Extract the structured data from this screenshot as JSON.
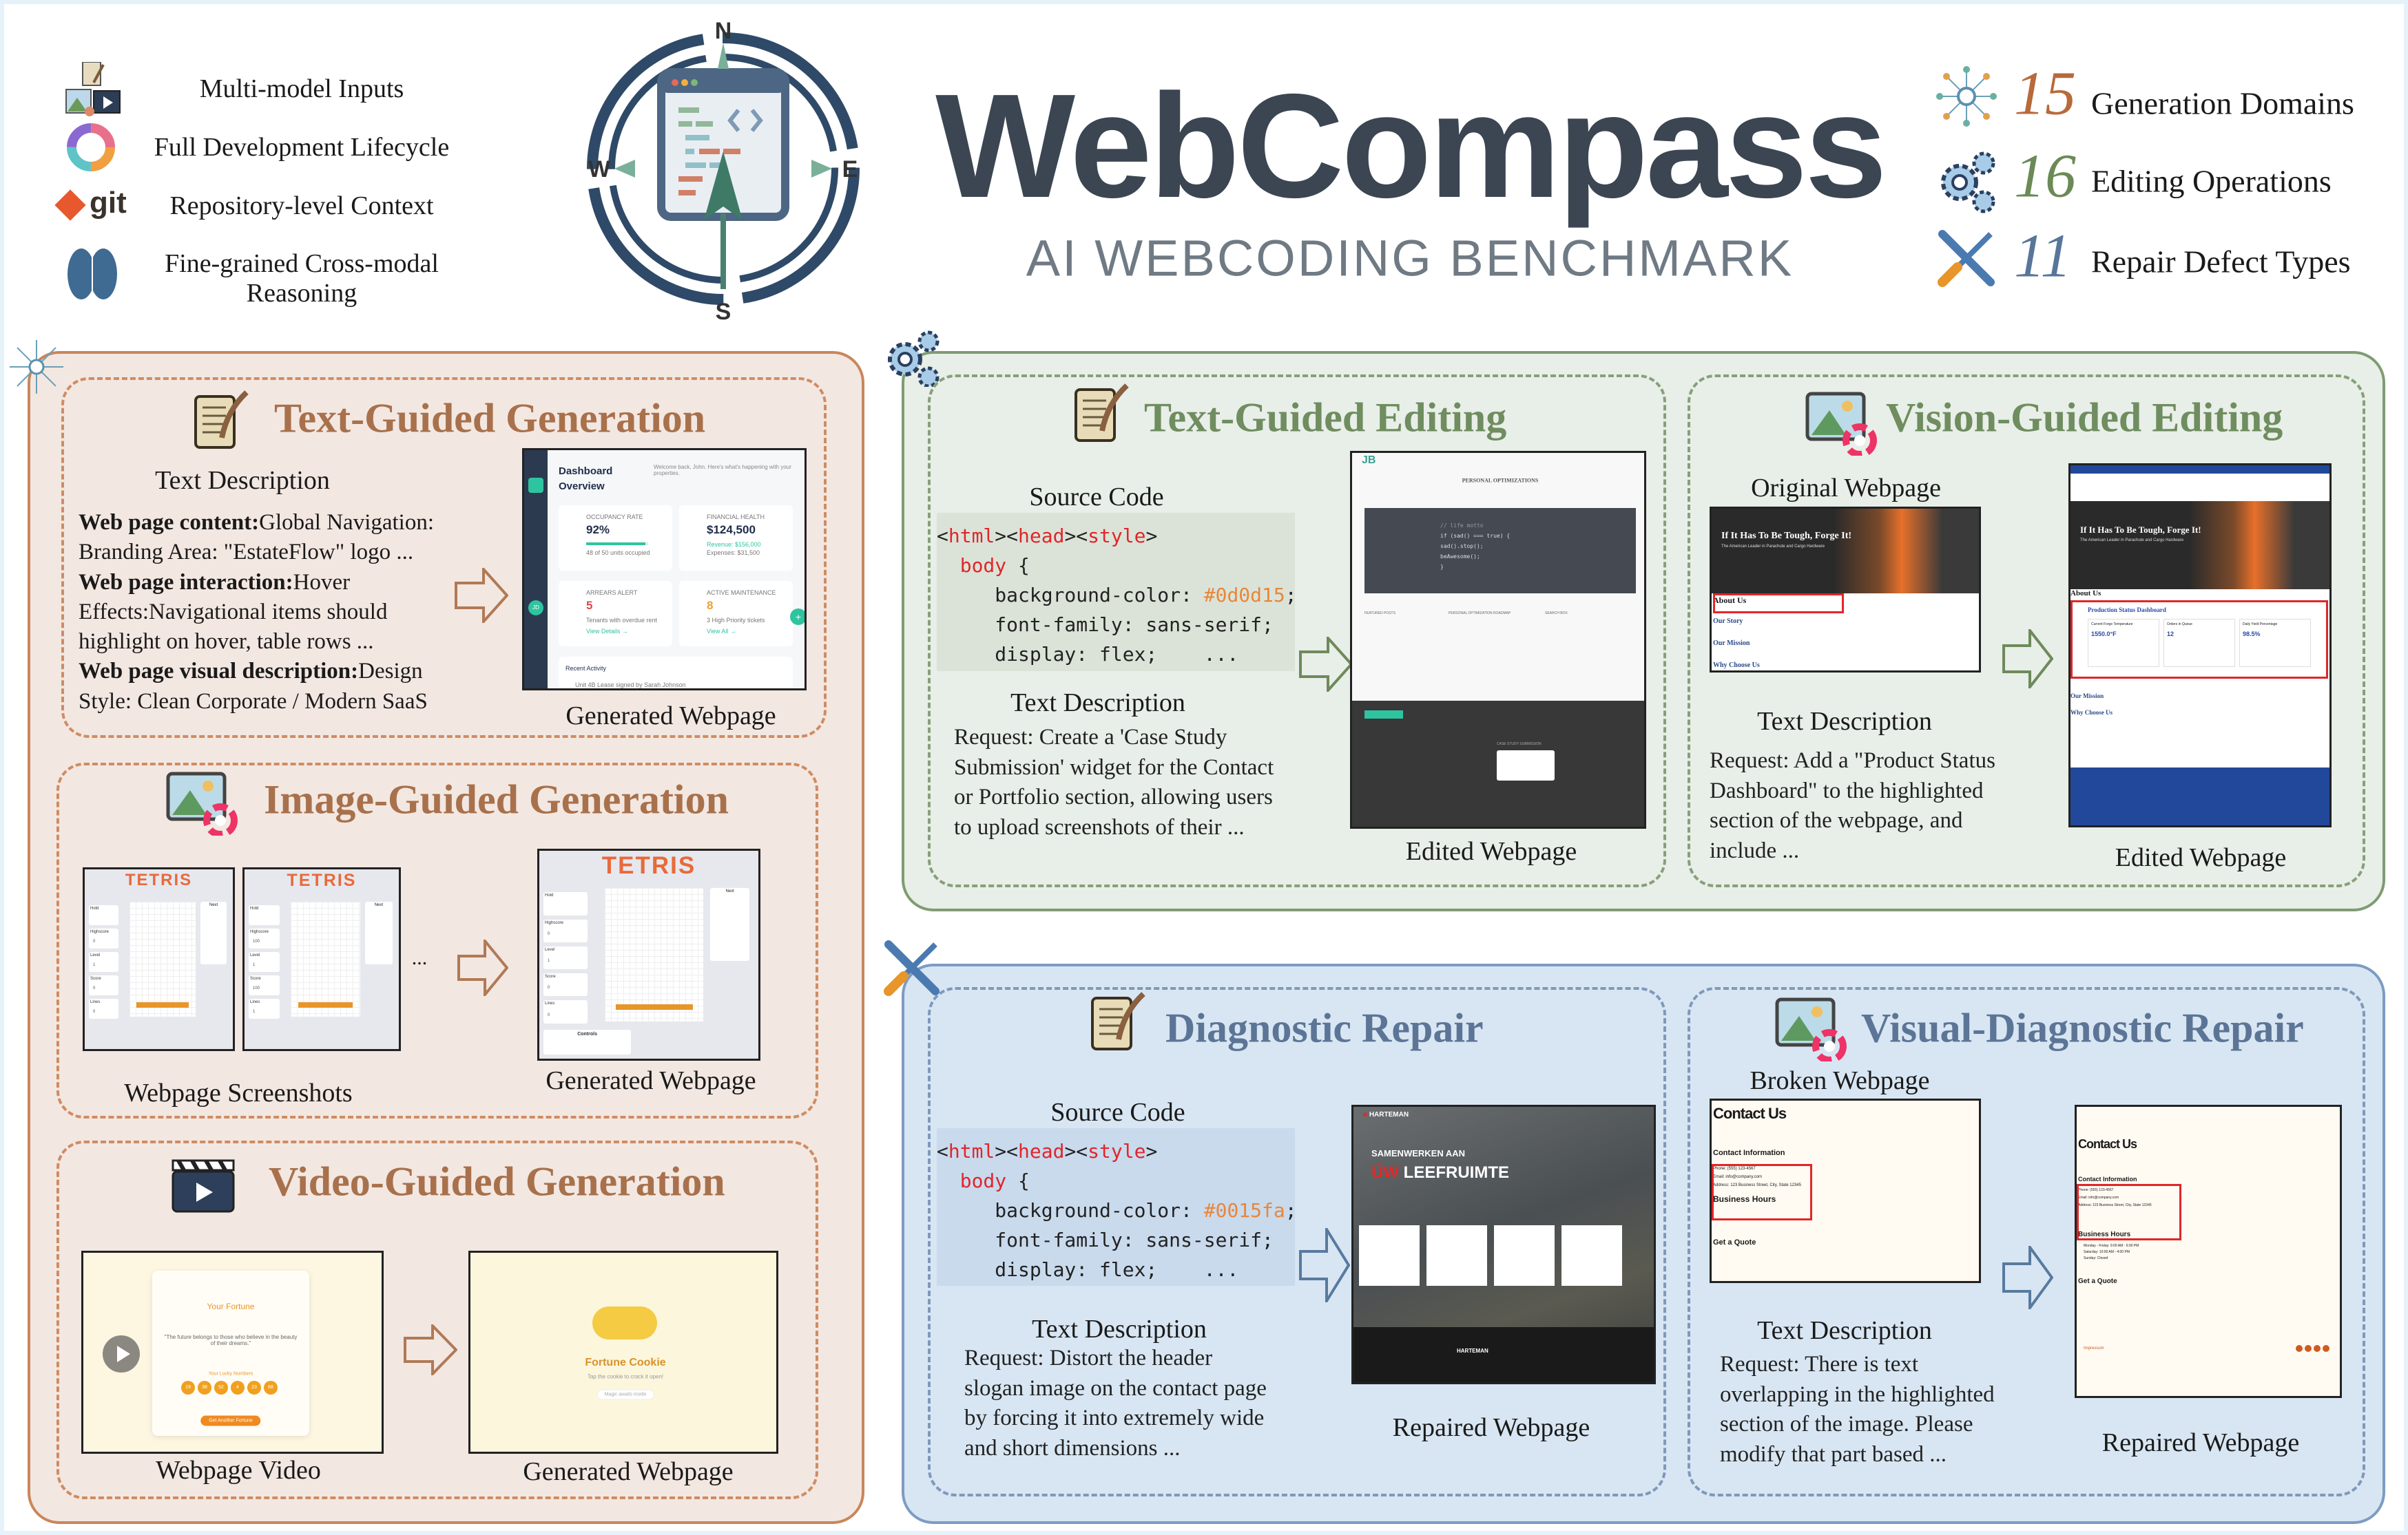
{
  "header": {
    "title": "WebCompass",
    "subtitle": "AI WEBCODING BENCHMARK",
    "compass": {
      "n": "N",
      "e": "E",
      "s": "S",
      "w": "W"
    }
  },
  "features": [
    {
      "icon": "multimodal-inputs-icon",
      "label": "Multi-model Inputs"
    },
    {
      "icon": "lifecycle-cycle-icon",
      "label": "Full Development Lifecycle"
    },
    {
      "icon": "git-icon",
      "label": "Repository-level Context",
      "icon_text": "git"
    },
    {
      "icon": "brain-icon",
      "label": "Fine-grained Cross-modal",
      "label2": "Reasoning"
    }
  ],
  "stats": [
    {
      "number": "15",
      "label": "Generation Domains",
      "color": "#b86a3a",
      "icon": "network-icon"
    },
    {
      "number": "16",
      "label": "Editing Operations",
      "color": "#6b8a55",
      "icon": "gears-icon"
    },
    {
      "number": "11",
      "label": "Repair Defect Types",
      "color": "#57769a",
      "icon": "tools-icon"
    }
  ],
  "colors": {
    "generation": "#a8714c",
    "editing": "#6f8d5f",
    "repair": "#5c7596",
    "highlight": "#e0262a"
  },
  "generation": {
    "text_guided": {
      "title": "Text-Guided Generation",
      "desc_heading": "Text Description",
      "desc_lines": [
        {
          "b": "Web page content:",
          "t": "Global Navigation:"
        },
        {
          "b": "",
          "t": "Branding Area: \"EstateFlow\" logo  ..."
        },
        {
          "b": "Web page interaction:",
          "t": "Hover"
        },
        {
          "b": "",
          "t": "Effects:Navigational items should"
        },
        {
          "b": "",
          "t": "highlight on hover, table rows ..."
        },
        {
          "b": "Web page visual description:",
          "t": "Design"
        },
        {
          "b": "",
          "t": "Style: Clean Corporate / Modern SaaS"
        }
      ],
      "output_label": "Generated Webpage",
      "dashboard": {
        "title1": "Dashboard",
        "title2": "Overview",
        "welcome": "Welcome back, John. Here's what's happening with your properties.",
        "cards": [
          {
            "label": "OCCUPANCY RATE",
            "value": "92%",
            "note": "48 of 50 units occupied",
            "color": "#1f2d4a",
            "progress": 0.96
          },
          {
            "label": "FINANCIAL HEALTH",
            "value": "$124,500",
            "note": "Revenue: $156,000",
            "note2": "Expenses: $31,500",
            "color": "#1f2d4a"
          },
          {
            "label": "ARREARS ALERT",
            "value": "5",
            "note": "Tenants with overdue rent",
            "link": "View Details →",
            "color": "#e04848"
          },
          {
            "label": "ACTIVE MAINTENANCE",
            "value": "8",
            "note": "3 High Priority tickets",
            "link": "View All →",
            "color": "#f0a030"
          }
        ],
        "recent": "Recent Activity",
        "activity": "Unit 4B Lease signed by Sarah Johnson",
        "avatar": "JD",
        "fab": "+"
      }
    },
    "image_guided": {
      "title": "Image-Guided Generation",
      "input_label": "Webpage Screenshots",
      "ellipsis": "...",
      "output_label": "Generated Webpage",
      "tetris": {
        "logo": "TETRIS",
        "hold": "Hold",
        "next": "Next",
        "highscore": "Highscore",
        "level": "Level",
        "score": "Score",
        "lines": "Lines",
        "controls": "Controls",
        "shot1": {
          "highscore": "0",
          "level": "1",
          "score": "0",
          "lines": "0"
        },
        "shot2": {
          "highscore": "100",
          "level": "1",
          "score": "100",
          "lines": "1"
        },
        "generated": {
          "highscore": "0",
          "level": "1",
          "score": "0",
          "lines": "0"
        }
      }
    },
    "video_guided": {
      "title": "Video-Guided Generation",
      "input_label": "Webpage Video",
      "output_label": "Generated Webpage",
      "video": {
        "heading": "Your Fortune",
        "quote": "\"The future belongs to those who believe in the beauty of their dreams.\"",
        "lucky": "Your Lucky Numbers",
        "numbers": [
          "19",
          "38",
          "52",
          "4",
          "23",
          "68"
        ],
        "button": "Get Another Fortune"
      },
      "generated": {
        "heading": "Fortune Cookie",
        "sub": "Tap the cookie to crack it open!",
        "pill": "Magic awaits inside"
      }
    }
  },
  "editing": {
    "text_guided": {
      "title": "Text-Guided Editing",
      "code_heading": "Source Code",
      "code": [
        [
          [
            "<",
            "k-pl"
          ],
          [
            "html",
            "k-red"
          ],
          [
            "><",
            "k-pl"
          ],
          [
            "head",
            "k-red"
          ],
          [
            "><",
            "k-pl"
          ],
          [
            "style",
            "k-red"
          ],
          [
            ">",
            "k-pl"
          ]
        ],
        [
          [
            "  ",
            "k-pl"
          ],
          [
            "body",
            "k-red"
          ],
          [
            " {",
            "k-pl"
          ]
        ],
        [
          [
            "     background-color: ",
            "k-pl"
          ],
          [
            "#0d0d15",
            "k-org"
          ],
          [
            ";",
            "k-pl"
          ]
        ],
        [
          [
            "     font-family: sans-serif;",
            "k-pl"
          ]
        ],
        [
          [
            "     display: flex;    ...",
            "k-pl"
          ]
        ]
      ],
      "desc_heading": "Text Description",
      "desc_lines": [
        "Request:  Create a 'Case Study",
        "Submission' widget for the Contact",
        "or Portfolio section, allowing users",
        "to upload screenshots of their ..."
      ],
      "output_label": "Edited Webpage",
      "page": {
        "logo": "JB",
        "heading": "PERSONAL OPTIMIZATIONS",
        "code": [
          "// life motto",
          "if (sad() === true) {",
          "  sad().stop();",
          "  beAwesome();",
          "}"
        ],
        "featured": "FEATURED POSTS",
        "roadmap": "PERSONAL OPTIMIZATION ROADMAP",
        "search": "SEARCH BOX",
        "widget": "CASE STUDY SUBMISSION"
      }
    },
    "vision_guided": {
      "title": "Vision-Guided Editing",
      "original_label": "Original Webpage",
      "desc_heading": "Text Description",
      "desc_lines": [
        "Request: Add a \"Product Status",
        "Dashboard\" to the highlighted",
        "section of the webpage, and",
        "include ..."
      ],
      "output_label": "Edited Webpage",
      "page": {
        "hero": "If It Has To Be Tough, Forge It!",
        "tagline": "The American Leader in Parachute and Cargo Hardware",
        "about": "About Us",
        "story": "Our Story",
        "mission": "Our Mission",
        "why": "Why Choose Us",
        "dashboard": "Production Status Dashboard",
        "metrics": [
          {
            "label": "Current Forge Temperature",
            "value": "1550.0°F"
          },
          {
            "label": "Orders in Queue",
            "value": "12"
          },
          {
            "label": "Daily Yield Percentage",
            "value": "98.5%"
          }
        ]
      }
    }
  },
  "repair": {
    "diagnostic": {
      "title": "Diagnostic Repair",
      "code_heading": "Source Code",
      "code": [
        [
          [
            "<",
            "k-pl"
          ],
          [
            "html",
            "k-red"
          ],
          [
            "><",
            "k-pl"
          ],
          [
            "head",
            "k-red"
          ],
          [
            "><",
            "k-pl"
          ],
          [
            "style",
            "k-red"
          ],
          [
            ">",
            "k-pl"
          ]
        ],
        [
          [
            "  ",
            "k-pl"
          ],
          [
            "body",
            "k-red"
          ],
          [
            " {",
            "k-pl"
          ]
        ],
        [
          [
            "     background-color: ",
            "k-pl"
          ],
          [
            "#0015fa",
            "k-org"
          ],
          [
            ";",
            "k-pl"
          ]
        ],
        [
          [
            "     font-family: sans-serif;",
            "k-pl"
          ]
        ],
        [
          [
            "     display: flex;    ...",
            "k-pl"
          ]
        ]
      ],
      "desc_heading": "Text Description",
      "desc_lines": [
        "Request:  Distort the header",
        "slogan image on the contact page",
        "by forcing it into extremely wide",
        "and short dimensions ..."
      ],
      "output_label": "Repaired Webpage",
      "page": {
        "brand": "HARTEMAN",
        "line1": "SAMENWERKEN AAN",
        "line2a": "ÚW",
        "line2b": "LEEFRUIMTE"
      }
    },
    "visual_diagnostic": {
      "title": "Visual-Diagnostic Repair",
      "broken_label": "Broken Webpage",
      "desc_heading": "Text Description",
      "desc_lines": [
        "Request: There is text",
        "overlapping in the highlighted",
        "section of the image. Please",
        "modify that part based ..."
      ],
      "output_label": "Repaired Webpage",
      "page": {
        "contact": "Contact Us",
        "info": "Contact Information",
        "hours": "Business Hours",
        "quote": "Get a Quote",
        "phone": "Phone: (555) 123-4567",
        "email": "Email: info@company.com",
        "address": "Address: 123 Business Street, City, State 12345",
        "h1": "Monday - Friday: 9:00 AM - 6:00 PM",
        "h2": "Saturday: 10:00 AM - 4:00 PM",
        "h3": "Sunday: Closed",
        "impressum": "Impressum"
      }
    }
  }
}
